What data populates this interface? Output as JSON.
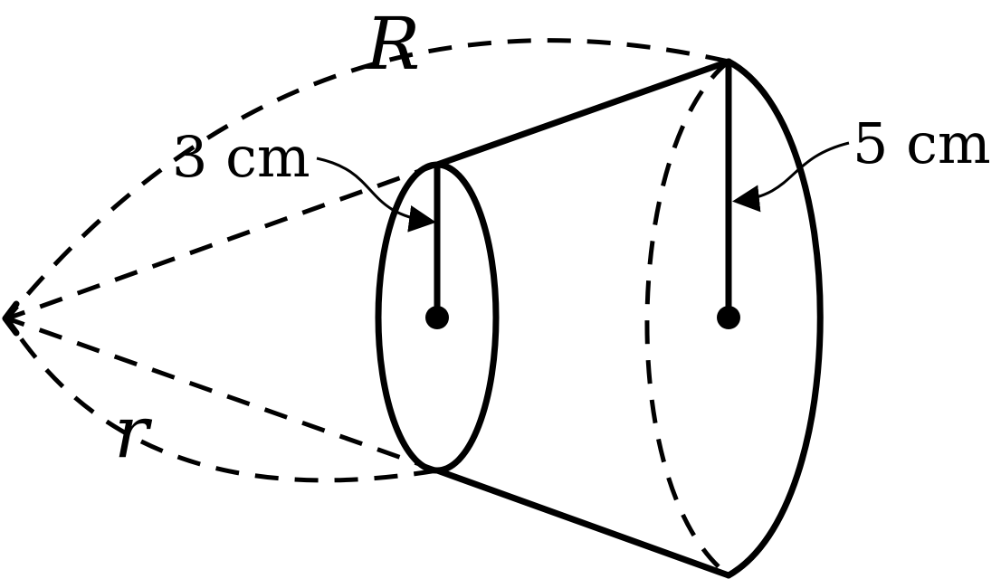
{
  "labels": {
    "big_radius_var": "R",
    "small_radius_var": "r",
    "small_radius_value": "3 cm",
    "big_radius_value": "5 cm"
  },
  "colors": {
    "stroke": "#000000",
    "background": "#ffffff"
  }
}
